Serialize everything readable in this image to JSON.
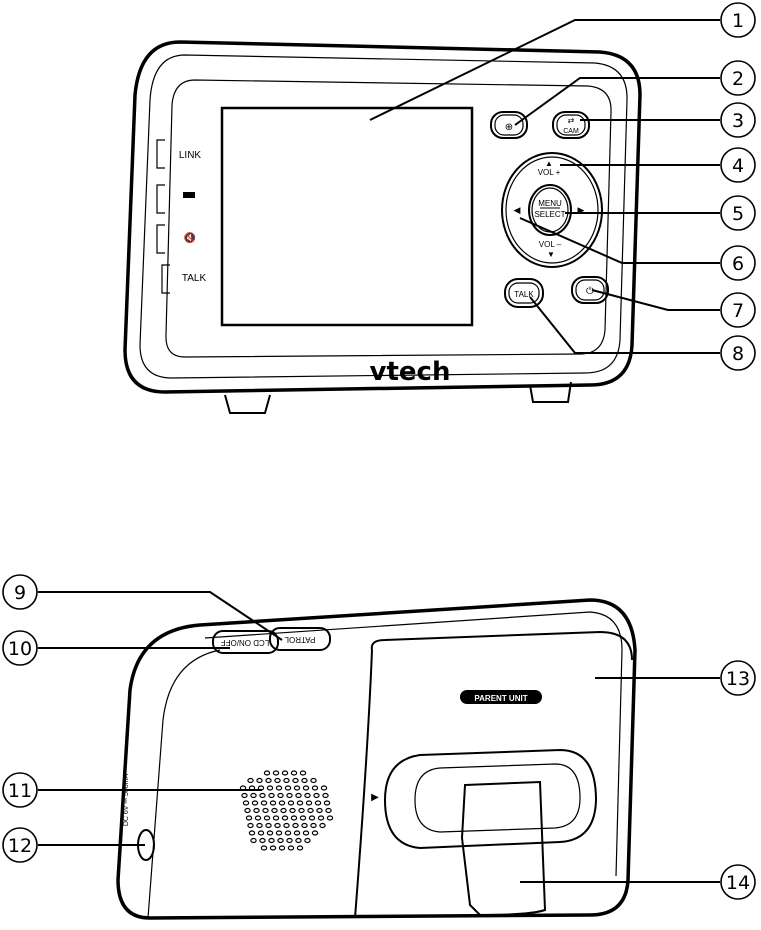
{
  "callouts": [
    "1",
    "2",
    "3",
    "4",
    "5",
    "6",
    "7",
    "8",
    "9",
    "10",
    "11",
    "12",
    "13",
    "14"
  ],
  "front": {
    "side_labels": {
      "link": "LINK",
      "talk": "TALK"
    },
    "cam_label": "CAM",
    "vol_up": "VOL +",
    "vol_down": "VOL –",
    "menu": "MENU",
    "select": "SELECT",
    "talk_button": "TALK",
    "logo": "vtech"
  },
  "back": {
    "badge": "PARENT UNIT",
    "patrol": "PATROL",
    "lcd": "LCD ON/OFF",
    "dc_label": "DC 6V ⎓ 500mA"
  }
}
